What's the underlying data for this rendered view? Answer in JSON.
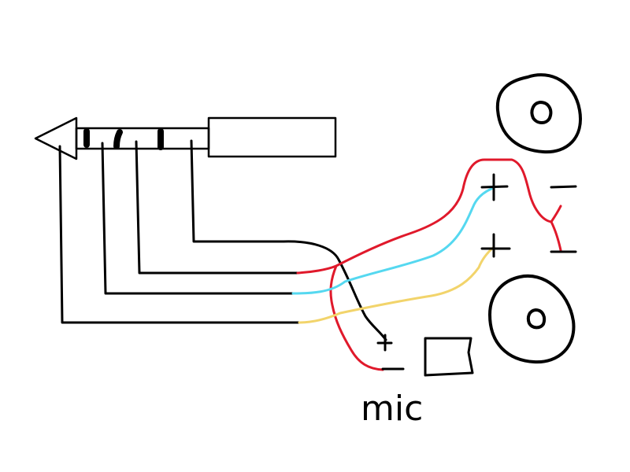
{
  "diagram": {
    "mic_label": "mic",
    "colors": {
      "black": "#000000",
      "red": "#e0192b",
      "cyan": "#55d8f0",
      "yellow": "#f2d46b",
      "background": "#ffffff"
    },
    "elements": [
      "trrs-jack",
      "jack-tip-arrow",
      "jack-plug-body",
      "speaker-top",
      "speaker-bottom",
      "microphone",
      "speaker-plus-terminal-top",
      "speaker-plus-terminal-bottom",
      "common-minus-terminals"
    ]
  }
}
